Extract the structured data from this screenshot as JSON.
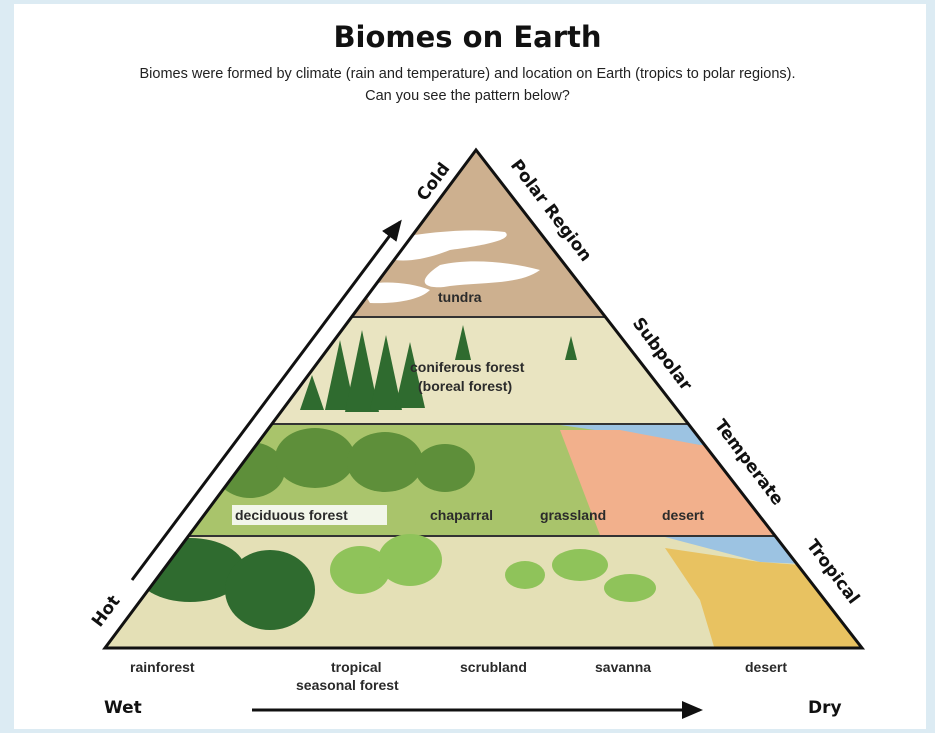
{
  "title": "Biomes on Earth",
  "subtitle_line1": "Biomes were formed by climate (rain and temperature) and location on Earth (tropics to polar regions).",
  "subtitle_line2": "Can you see the pattern below?",
  "left_axis": {
    "low": "Hot",
    "high": "Cold"
  },
  "bottom_axis": {
    "left": "Wet",
    "right": "Dry"
  },
  "zones": [
    "Polar Region",
    "Subpolar",
    "Temperate",
    "Tropical"
  ],
  "bands": {
    "polar": [
      "tundra"
    ],
    "subpolar": [
      "coniferous forest",
      "(boreal forest)"
    ],
    "temperate": [
      "deciduous forest",
      "chaparral",
      "grassland",
      "desert"
    ]
  },
  "bottom_labels": {
    "rainforest": "rainforest",
    "tropical_line1": "tropical",
    "tropical_line2": "seasonal forest",
    "scrubland": "scrubland",
    "savanna": "savanna",
    "desert": "desert"
  },
  "colors": {
    "polar_land": "#cdb08f",
    "snow": "#ffffff",
    "subpolar": "#e9e4c1",
    "temperate_grass": "#a9c46b",
    "temperate_desert": "#f2b08c",
    "tropical_ground": "#e4e0b6",
    "tropical_desert": "#e8c261",
    "sky": "#9cc3e2",
    "tree_dark": "#2f6b2f",
    "tree_light": "#8fc35a"
  }
}
